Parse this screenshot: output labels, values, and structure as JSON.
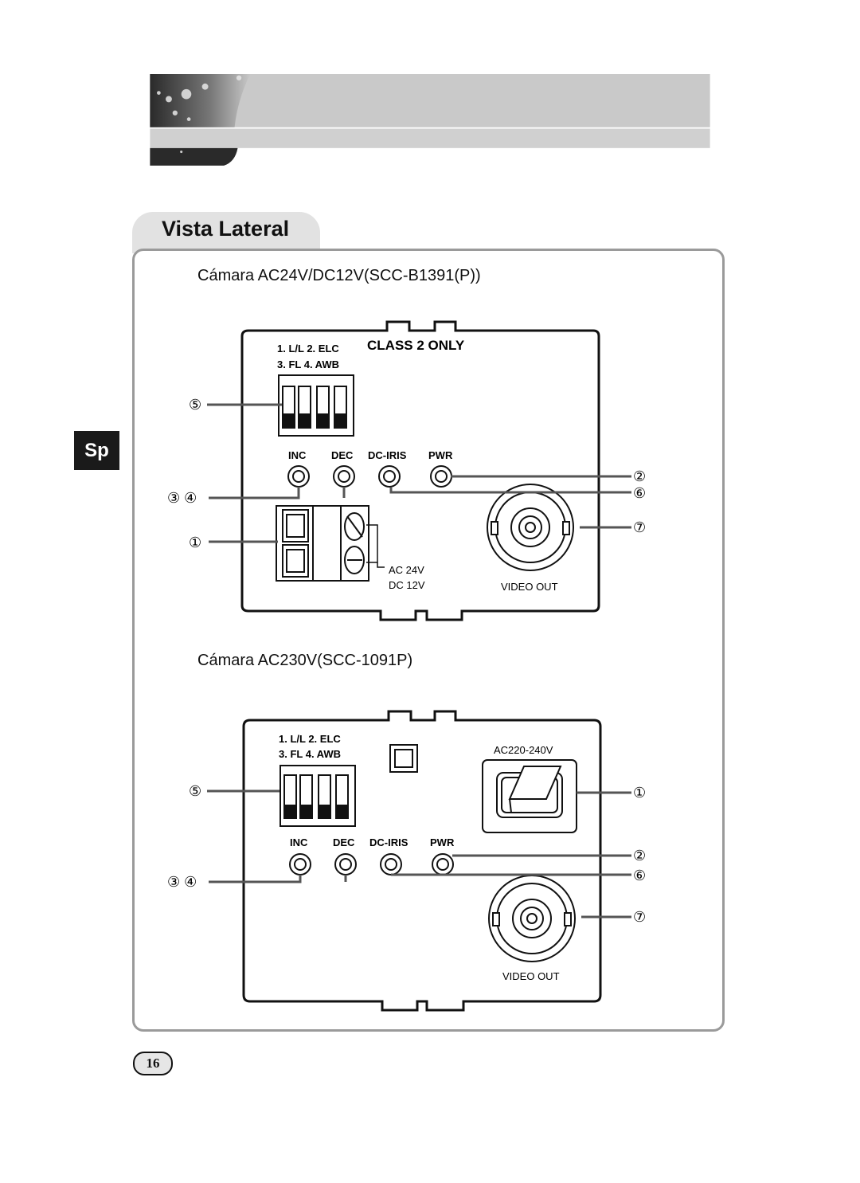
{
  "section": {
    "title": "Vista Lateral",
    "language_tab": "Sp"
  },
  "camera_1": {
    "caption": "Cámara AC24V/DC12V(SCC-B1391(P))",
    "switch_legend_line1": "1. L/L  2. ELC",
    "switch_legend_line2": "3. FL   4. AWB",
    "class_label": "CLASS 2 ONLY",
    "buttons": [
      "INC",
      "DEC",
      "DC-IRIS",
      "PWR"
    ],
    "power_label_line1": "AC 24V",
    "power_label_line2": "DC 12V",
    "video_label": "VIDEO OUT",
    "callouts": {
      "switches": "⑤",
      "inc_dec": "③ ④",
      "terminal": "①",
      "pwr": "②",
      "dc_iris": "⑥",
      "video": "⑦"
    }
  },
  "camera_2": {
    "caption": "Cámara AC230V(SCC-1091P)",
    "switch_legend_line1": "1. L/L  2. ELC",
    "switch_legend_line2": "3. FL   4. AWB",
    "power_label": "AC220-240V",
    "buttons": [
      "INC",
      "DEC",
      "DC-IRIS",
      "PWR"
    ],
    "video_label": "VIDEO OUT",
    "callouts": {
      "switches": "⑤",
      "inc_dec": "③ ④",
      "power_switch": "①",
      "pwr": "②",
      "dc_iris": "⑥",
      "video": "⑦"
    }
  },
  "page_number": "16"
}
